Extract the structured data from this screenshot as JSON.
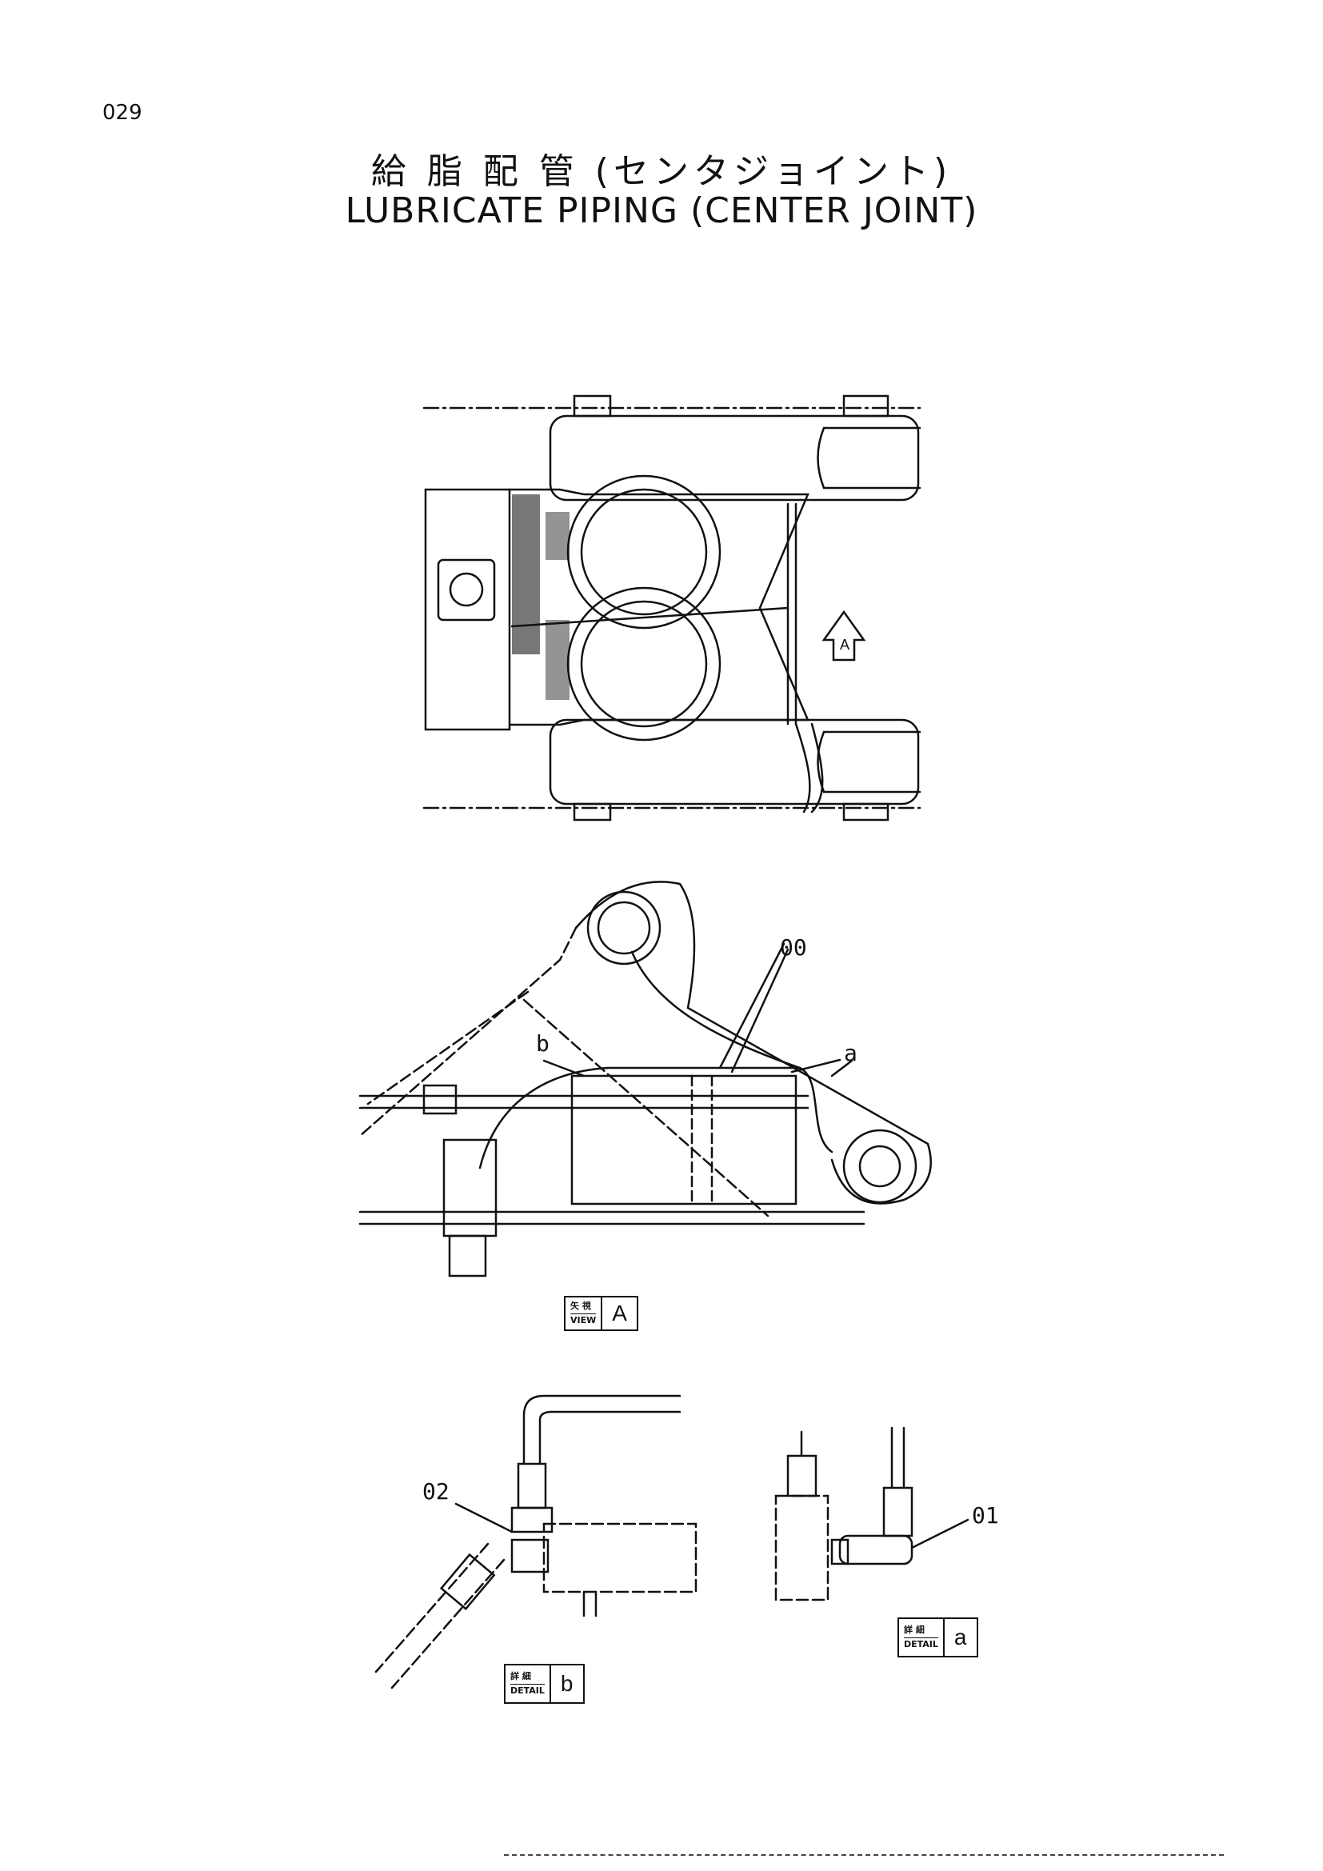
{
  "page_number": "029",
  "title": {
    "japanese": "給 脂 配 管 (センタジョイント)",
    "english": "LUBRICATE  PIPING (CENTER  JOINT)"
  },
  "view_a": {
    "arrow_label": "A",
    "tag": {
      "top": "矢 視",
      "bottom": "VIEW",
      "letter": "A"
    }
  },
  "callouts": {
    "part_00": "00",
    "detail_a": "a",
    "detail_b": "b",
    "part_01": "01",
    "part_02": "02"
  },
  "detail_a_tag": {
    "top": "詳 細",
    "bottom": "DETAIL",
    "letter": "a"
  },
  "detail_b_tag": {
    "top": "詳 細",
    "bottom": "DETAIL",
    "letter": "b"
  }
}
